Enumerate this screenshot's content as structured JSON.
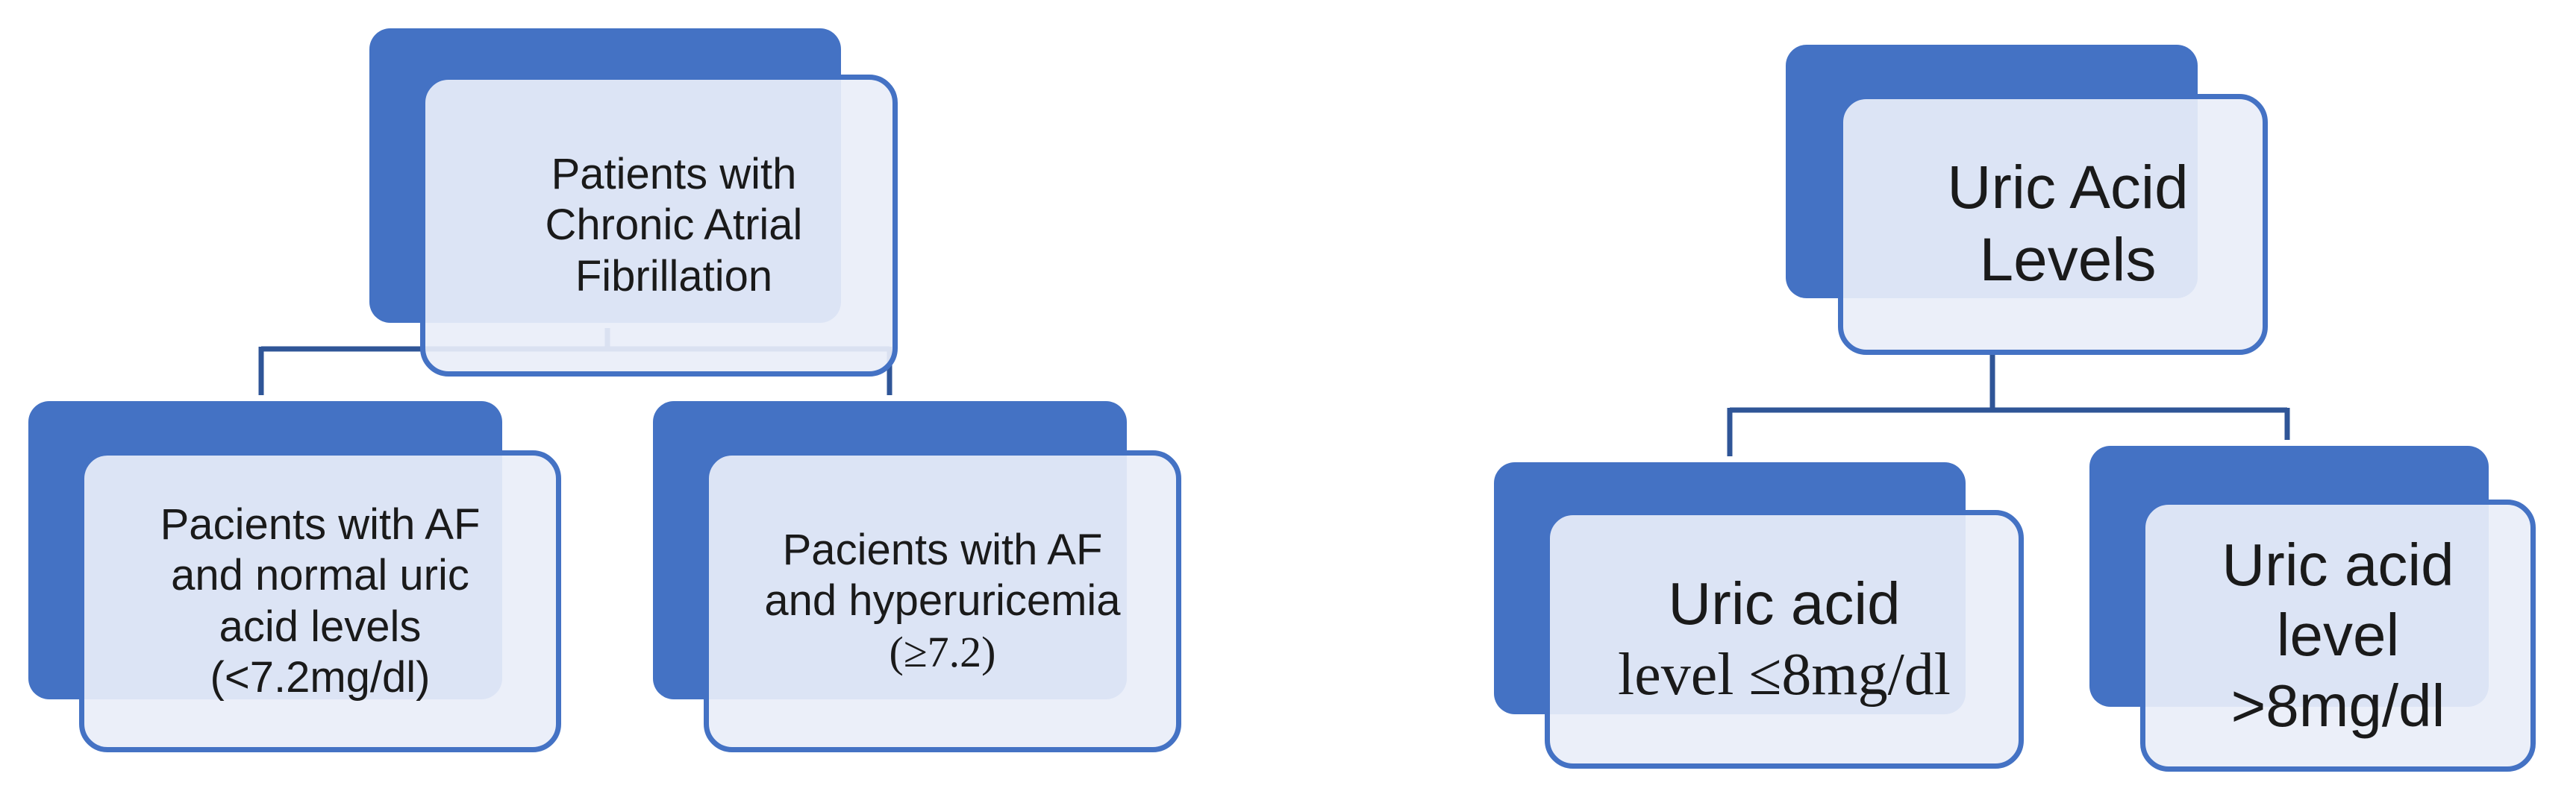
{
  "diagrams": [
    {
      "root": {
        "lines": [
          "Patients with",
          "Chronic Atrial",
          "Fibrillation"
        ]
      },
      "children": [
        {
          "lines": [
            "Pacients with AF",
            "and normal uric",
            "acid levels",
            "(<7.2mg/dl)"
          ]
        },
        {
          "lines": [
            "Pacients with AF",
            "and hyperuricemia",
            "(≥7.2)"
          ]
        }
      ]
    },
    {
      "root": {
        "lines": [
          "Uric Acid",
          "Levels"
        ]
      },
      "children": [
        {
          "lines": [
            "Uric acid",
            "level ≤8mg/dl"
          ]
        },
        {
          "lines": [
            "Uric acid",
            "level",
            ">8mg/dl"
          ]
        }
      ]
    }
  ],
  "colors": {
    "accent": "#4472c4",
    "box_fill": "#e9eef8",
    "connector": "#2f5597"
  }
}
